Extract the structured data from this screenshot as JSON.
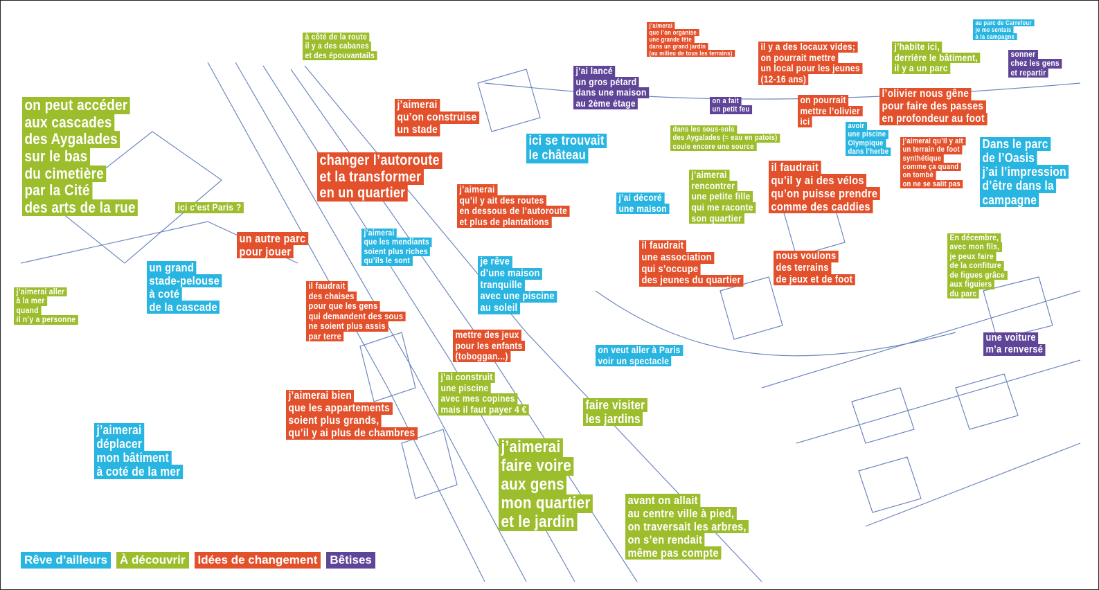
{
  "colors": {
    "blue": "#29b5e1",
    "green": "#9cbd2c",
    "red": "#e3512c",
    "purple": "#5f4598"
  },
  "legend": [
    {
      "label": "Rêve d’ailleurs",
      "category": "blue"
    },
    {
      "label": "À découvrir",
      "category": "green"
    },
    {
      "label": "Idées de changement",
      "category": "red"
    },
    {
      "label": "Bêtises",
      "category": "purple"
    }
  ],
  "labels": [
    {
      "category": "green",
      "lines": [
        "à côté de la route",
        "il y a des cabanes",
        "et des épouvantails"
      ]
    },
    {
      "category": "green",
      "lines": [
        "on peut accéder",
        "aux cascades",
        "des Aygalades",
        "sur le bas",
        "du cimetière",
        "par la Cité",
        "des arts de la rue"
      ]
    },
    {
      "category": "green",
      "lines": [
        "ici c’est Paris ?"
      ]
    },
    {
      "category": "red",
      "lines": [
        "j’aimerai",
        "qu’on construise",
        "un stade"
      ]
    },
    {
      "category": "red",
      "lines": [
        "changer l’autoroute",
        "et la transformer",
        "en un quartier"
      ]
    },
    {
      "category": "red",
      "lines": [
        "j’aimerai",
        "qu’il y ait des routes",
        "en dessous de l’autoroute",
        "et plus de plantations"
      ]
    },
    {
      "category": "purple",
      "lines": [
        "j’ai lancé",
        "un gros pétard",
        "dans une maison",
        "au 2ème étage"
      ]
    },
    {
      "category": "red",
      "lines": [
        "j’aimerai",
        "que l’on organise",
        "une grande fête",
        "dans un grand jardin",
        "(au milieu de tous les terrains)"
      ]
    },
    {
      "category": "red",
      "lines": [
        "il y a des locaux vides;",
        "on pourrait mettre",
        "un local pour les jeunes",
        "(12-16 ans)"
      ]
    },
    {
      "category": "purple",
      "lines": [
        "on a fait",
        "un petit feu"
      ]
    },
    {
      "category": "red",
      "lines": [
        "on pourrait",
        "mettre l’olivier",
        "ici"
      ]
    },
    {
      "category": "green",
      "lines": [
        "j’habite ici,",
        "derrière le bâtiment,",
        "il y a un parc"
      ]
    },
    {
      "category": "blue",
      "lines": [
        "au parc de Carrefour",
        "je me sentais",
        "à la campagne"
      ]
    },
    {
      "category": "purple",
      "lines": [
        "sonner",
        "chez les gens",
        "et repartir"
      ]
    },
    {
      "category": "red",
      "lines": [
        "l’olivier nous gêne",
        "pour faire des passes",
        "en profondeur au foot"
      ]
    },
    {
      "category": "blue",
      "lines": [
        "ici se trouvait",
        "le château"
      ]
    },
    {
      "category": "green",
      "lines": [
        "dans les sous-sols",
        "des Aygalades (= eau en patois)",
        "coule encore une source"
      ]
    },
    {
      "category": "blue",
      "lines": [
        "avoir",
        "une piscine",
        "Olympique",
        "dans l’herbe"
      ]
    },
    {
      "category": "red",
      "lines": [
        "j’aimerai qu’il y ait",
        "un terrain de foot",
        "synthétique",
        "comme ça quand",
        "on tombé",
        "on ne se salit pas"
      ]
    },
    {
      "category": "blue",
      "lines": [
        "Dans le parc",
        "de l’Oasis",
        "j’ai l’impression",
        "d’être dans la",
        "campagne"
      ]
    },
    {
      "category": "red",
      "lines": [
        "il faudrait",
        "qu’il y ai des vélos",
        "qu’on puisse prendre",
        "comme des caddies"
      ]
    },
    {
      "category": "green",
      "lines": [
        "j’aimerai",
        "rencontrer",
        "une petite fille",
        "qui me raconte",
        "son quartier"
      ]
    },
    {
      "category": "blue",
      "lines": [
        "j’ai décoré",
        "une maison"
      ]
    },
    {
      "category": "red",
      "lines": [
        "un autre parc",
        "pour jouer"
      ]
    },
    {
      "category": "blue",
      "lines": [
        "j’aimerai",
        "que les mendiants",
        "soient plus riches",
        "qu’ils le sont"
      ]
    },
    {
      "category": "blue",
      "lines": [
        "un grand",
        "stade-pelouse",
        "à coté",
        "de la cascade"
      ]
    },
    {
      "category": "green",
      "lines": [
        "j’aimerai aller",
        "à la mer",
        "quand",
        "il n’y a personne"
      ]
    },
    {
      "category": "red",
      "lines": [
        "il faudrait",
        "des chaises",
        "pour que les gens",
        "qui demandent des sous",
        "ne soient plus assis",
        "par terre"
      ]
    },
    {
      "category": "blue",
      "lines": [
        "je rêve",
        "d’une maison",
        "tranquille",
        "avec une piscine",
        "au soleil"
      ]
    },
    {
      "category": "red",
      "lines": [
        "il faudrait",
        "une association",
        "qui s’occupe",
        "des jeunes du quartier"
      ]
    },
    {
      "category": "red",
      "lines": [
        "nous voulons",
        "des terrains",
        "de jeux et de foot"
      ]
    },
    {
      "category": "green",
      "lines": [
        "En décembre,",
        "avec mon fils,",
        "je peux faire",
        "de la confiture",
        "de figues grâce",
        "aux figuiers",
        "du parc"
      ]
    },
    {
      "category": "purple",
      "lines": [
        "une voiture",
        "m’a renversé"
      ]
    },
    {
      "category": "red",
      "lines": [
        "mettre des jeux",
        "pour les enfants",
        "(toboggan...)"
      ]
    },
    {
      "category": "blue",
      "lines": [
        "on veut aller à Paris",
        "voir un spectacle"
      ]
    },
    {
      "category": "green",
      "lines": [
        "j’ai construit",
        "une piscine",
        "avec mes copines",
        "mais il faut payer 4 €"
      ]
    },
    {
      "category": "red",
      "lines": [
        "j’aimerai bien",
        "que les appartements",
        "soient plus grands,",
        "qu’il y ai plus de chambres"
      ]
    },
    {
      "category": "green",
      "lines": [
        "faire visiter",
        "les jardins"
      ]
    },
    {
      "category": "blue",
      "lines": [
        "j’aimerai",
        "déplacer",
        "mon bâtiment",
        "à coté de la mer"
      ]
    },
    {
      "category": "green",
      "lines": [
        "j’aimerai",
        "faire voire",
        "aux gens",
        "mon quartier",
        "et le jardin"
      ]
    },
    {
      "category": "green",
      "lines": [
        "avant on allait",
        "au centre ville à pied,",
        "on traversait les arbres,",
        "on s’en rendait",
        "même pas compte"
      ]
    }
  ]
}
